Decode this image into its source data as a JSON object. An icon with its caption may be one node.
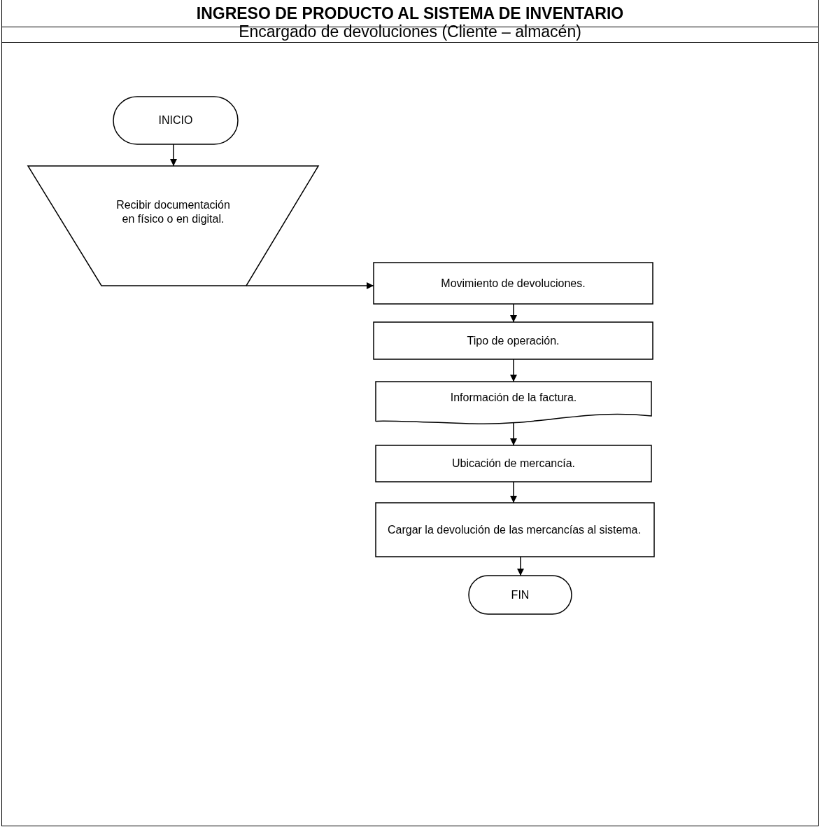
{
  "diagram": {
    "title": "INGRESO DE PRODUCTO AL SISTEMA DE INVENTARIO",
    "nodes": [
      {
        "text": [
          "INICIO"
        ]
      },
      {
        "text": [
          "Recibir documentación en físico o en digital."
        ]
      },
      {
        "text": [
          "Movimiento de devoluciones."
        ]
      },
      {
        "text": [
          "Tipo de operación."
        ]
      },
      {
        "text": [
          "Información de la factura."
        ]
      },
      {
        "text": [
          "Ubicación de mercancía."
        ]
      },
      {
        "text": [
          "Cargar la devolución de las mercancías al sistema."
        ]
      },
      {
        "text": [
          "FIN"
        ]
      }
    ],
    "edges": [
      {
        "from": 0,
        "to": 1,
        "arrow": "to"
      },
      {
        "from": 1,
        "to": 2,
        "arrow": "to"
      },
      {
        "from": 2,
        "to": 3,
        "arrow": "to"
      },
      {
        "from": 3,
        "to": 4,
        "arrow": "to"
      },
      {
        "from": 4,
        "to": 5,
        "arrow": "to"
      },
      {
        "from": 5,
        "to": 6,
        "arrow": "to"
      },
      {
        "from": 6,
        "to": 7,
        "arrow": "to"
      }
    ],
    "labels": [
      "Encargado de devoluciones (Cliente – almacén)"
    ]
  }
}
